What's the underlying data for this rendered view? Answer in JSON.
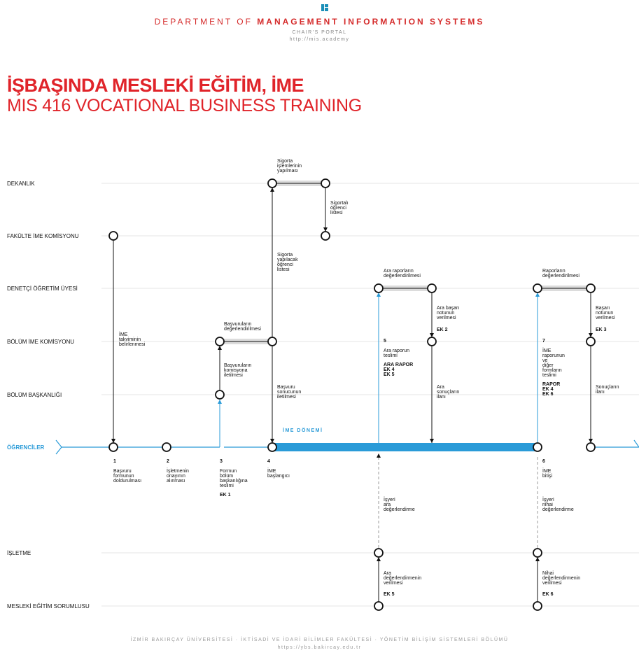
{
  "header": {
    "dept_prefix": "DEPARTMENT OF ",
    "dept_bold": "MANAGEMENT INFORMATION SYSTEMS",
    "portal": "CHAIR'S PORTAL",
    "url": "http://mis.academy"
  },
  "title": {
    "tr": "İŞBAŞINDA MESLEKİ EĞİTİM, İME",
    "en": "MIS 416 VOCATIONAL BUSINESS TRAINING"
  },
  "lanes": [
    {
      "id": "dekanlik",
      "label": "DEKANLIK"
    },
    {
      "id": "fakulte",
      "label": "FAKÜLTE İME KOMİSYONU"
    },
    {
      "id": "denetci",
      "label": "DENETÇİ ÖĞRETİM ÜYESİ"
    },
    {
      "id": "bolumkom",
      "label": "BÖLÜM İME KOMİSYONU"
    },
    {
      "id": "baskan",
      "label": "BÖLÜM BAŞKANLIĞI"
    },
    {
      "id": "ogrenciler",
      "label": "ÖĞRENCİLER"
    },
    {
      "id": "isletme",
      "label": "İŞLETME"
    },
    {
      "id": "sorumlu",
      "label": "MESLEKİ EĞİTİM SORUMLUSU"
    }
  ],
  "period_label": "İME DÖNEMİ",
  "steps": [
    {
      "num": "1",
      "lines": [
        "Başvuru",
        "formunun",
        "doldurulması"
      ]
    },
    {
      "num": "2",
      "lines": [
        "İşletmenin",
        "onayının",
        "alınması"
      ]
    },
    {
      "num": "3",
      "lines": [
        "Formun",
        "bölüm",
        "başkanlığına",
        "teslimi"
      ],
      "ek": "EK 1"
    },
    {
      "num": "4",
      "lines": [
        "İME",
        "başlangıcı"
      ]
    },
    {
      "num": "5",
      "lines": [
        "Ara raporun",
        "teslimi"
      ],
      "bold": [
        "ARA RAPOR",
        "EK 4",
        "EK 5"
      ]
    },
    {
      "num": "6",
      "lines": [
        "İME",
        "bitişi"
      ]
    },
    {
      "num": "7",
      "lines": [
        "İME",
        "raporunun",
        "ve",
        "diğer",
        "formların",
        "teslimi"
      ],
      "bold": [
        "RAPOR",
        "EK 4",
        "EK 6"
      ]
    }
  ],
  "notes": {
    "ime_takvim": [
      "İME",
      "takviminin",
      "belirlenmesi"
    ],
    "basvurulan_ilet": [
      "Başvuruların",
      "komisyona",
      "iletilmesi"
    ],
    "basvurulan_deg": [
      "Başvuruların",
      "değerlendirilmesi"
    ],
    "sigorta_listesi": [
      "Sigorta",
      "yapılacak",
      "öğrenci",
      "listesi"
    ],
    "sigorta_islem": [
      "Sigorta",
      "işlemlerinin",
      "yapılması"
    ],
    "sigortali": [
      "Sigortalı",
      "öğrenci",
      "listesi"
    ],
    "basvuru_sonuc": [
      "Başvuru",
      "sonucunun",
      "iletilmesi"
    ],
    "ara_deg": [
      "Ara raporların",
      "değerlendirilmesi"
    ],
    "ara_not": [
      "Ara başarı",
      "notunun",
      "verilmesi"
    ],
    "ara_not_ek": "EK 2",
    "ara_sonuc": [
      "Ara",
      "sonuçların",
      "ilanı"
    ],
    "rapor_deg": [
      "Raporların",
      "değerlendirilmesi"
    ],
    "basari_not": [
      "Başarı",
      "notunun",
      "verilmesi"
    ],
    "basari_not_ek": "EK 3",
    "sonuc_ilan": [
      "Sonuçların",
      "ilanı"
    ],
    "isyeri_ara": [
      "İşyeri",
      "ara",
      "değerlendirme"
    ],
    "isyeri_nihai": [
      "İşyeri",
      "nihai",
      "değerlendirme"
    ],
    "ara_verilme": [
      "Ara",
      "değerlendirmenin",
      "verilmesi"
    ],
    "ara_verilme_ek": "EK 5",
    "nihai_verilme": [
      "Nihai",
      "değerlendirmenin",
      "verilmesi"
    ],
    "nihai_verilme_ek": "EK 6"
  },
  "footer": {
    "line1": "İZMİR BAKIRÇAY ÜNİVERSİTESİ · İKTİSADİ VE İDARİ BİLİMLER FAKÜLTESİ · YÖNETİM BİLİŞİM SİSTEMLERİ BÖLÜMÜ",
    "line2": "https://ybs.bakircay.edu.tr"
  },
  "colors": {
    "brand": "#e0242a",
    "flow": "#2a9bd8",
    "line": "#111111"
  }
}
